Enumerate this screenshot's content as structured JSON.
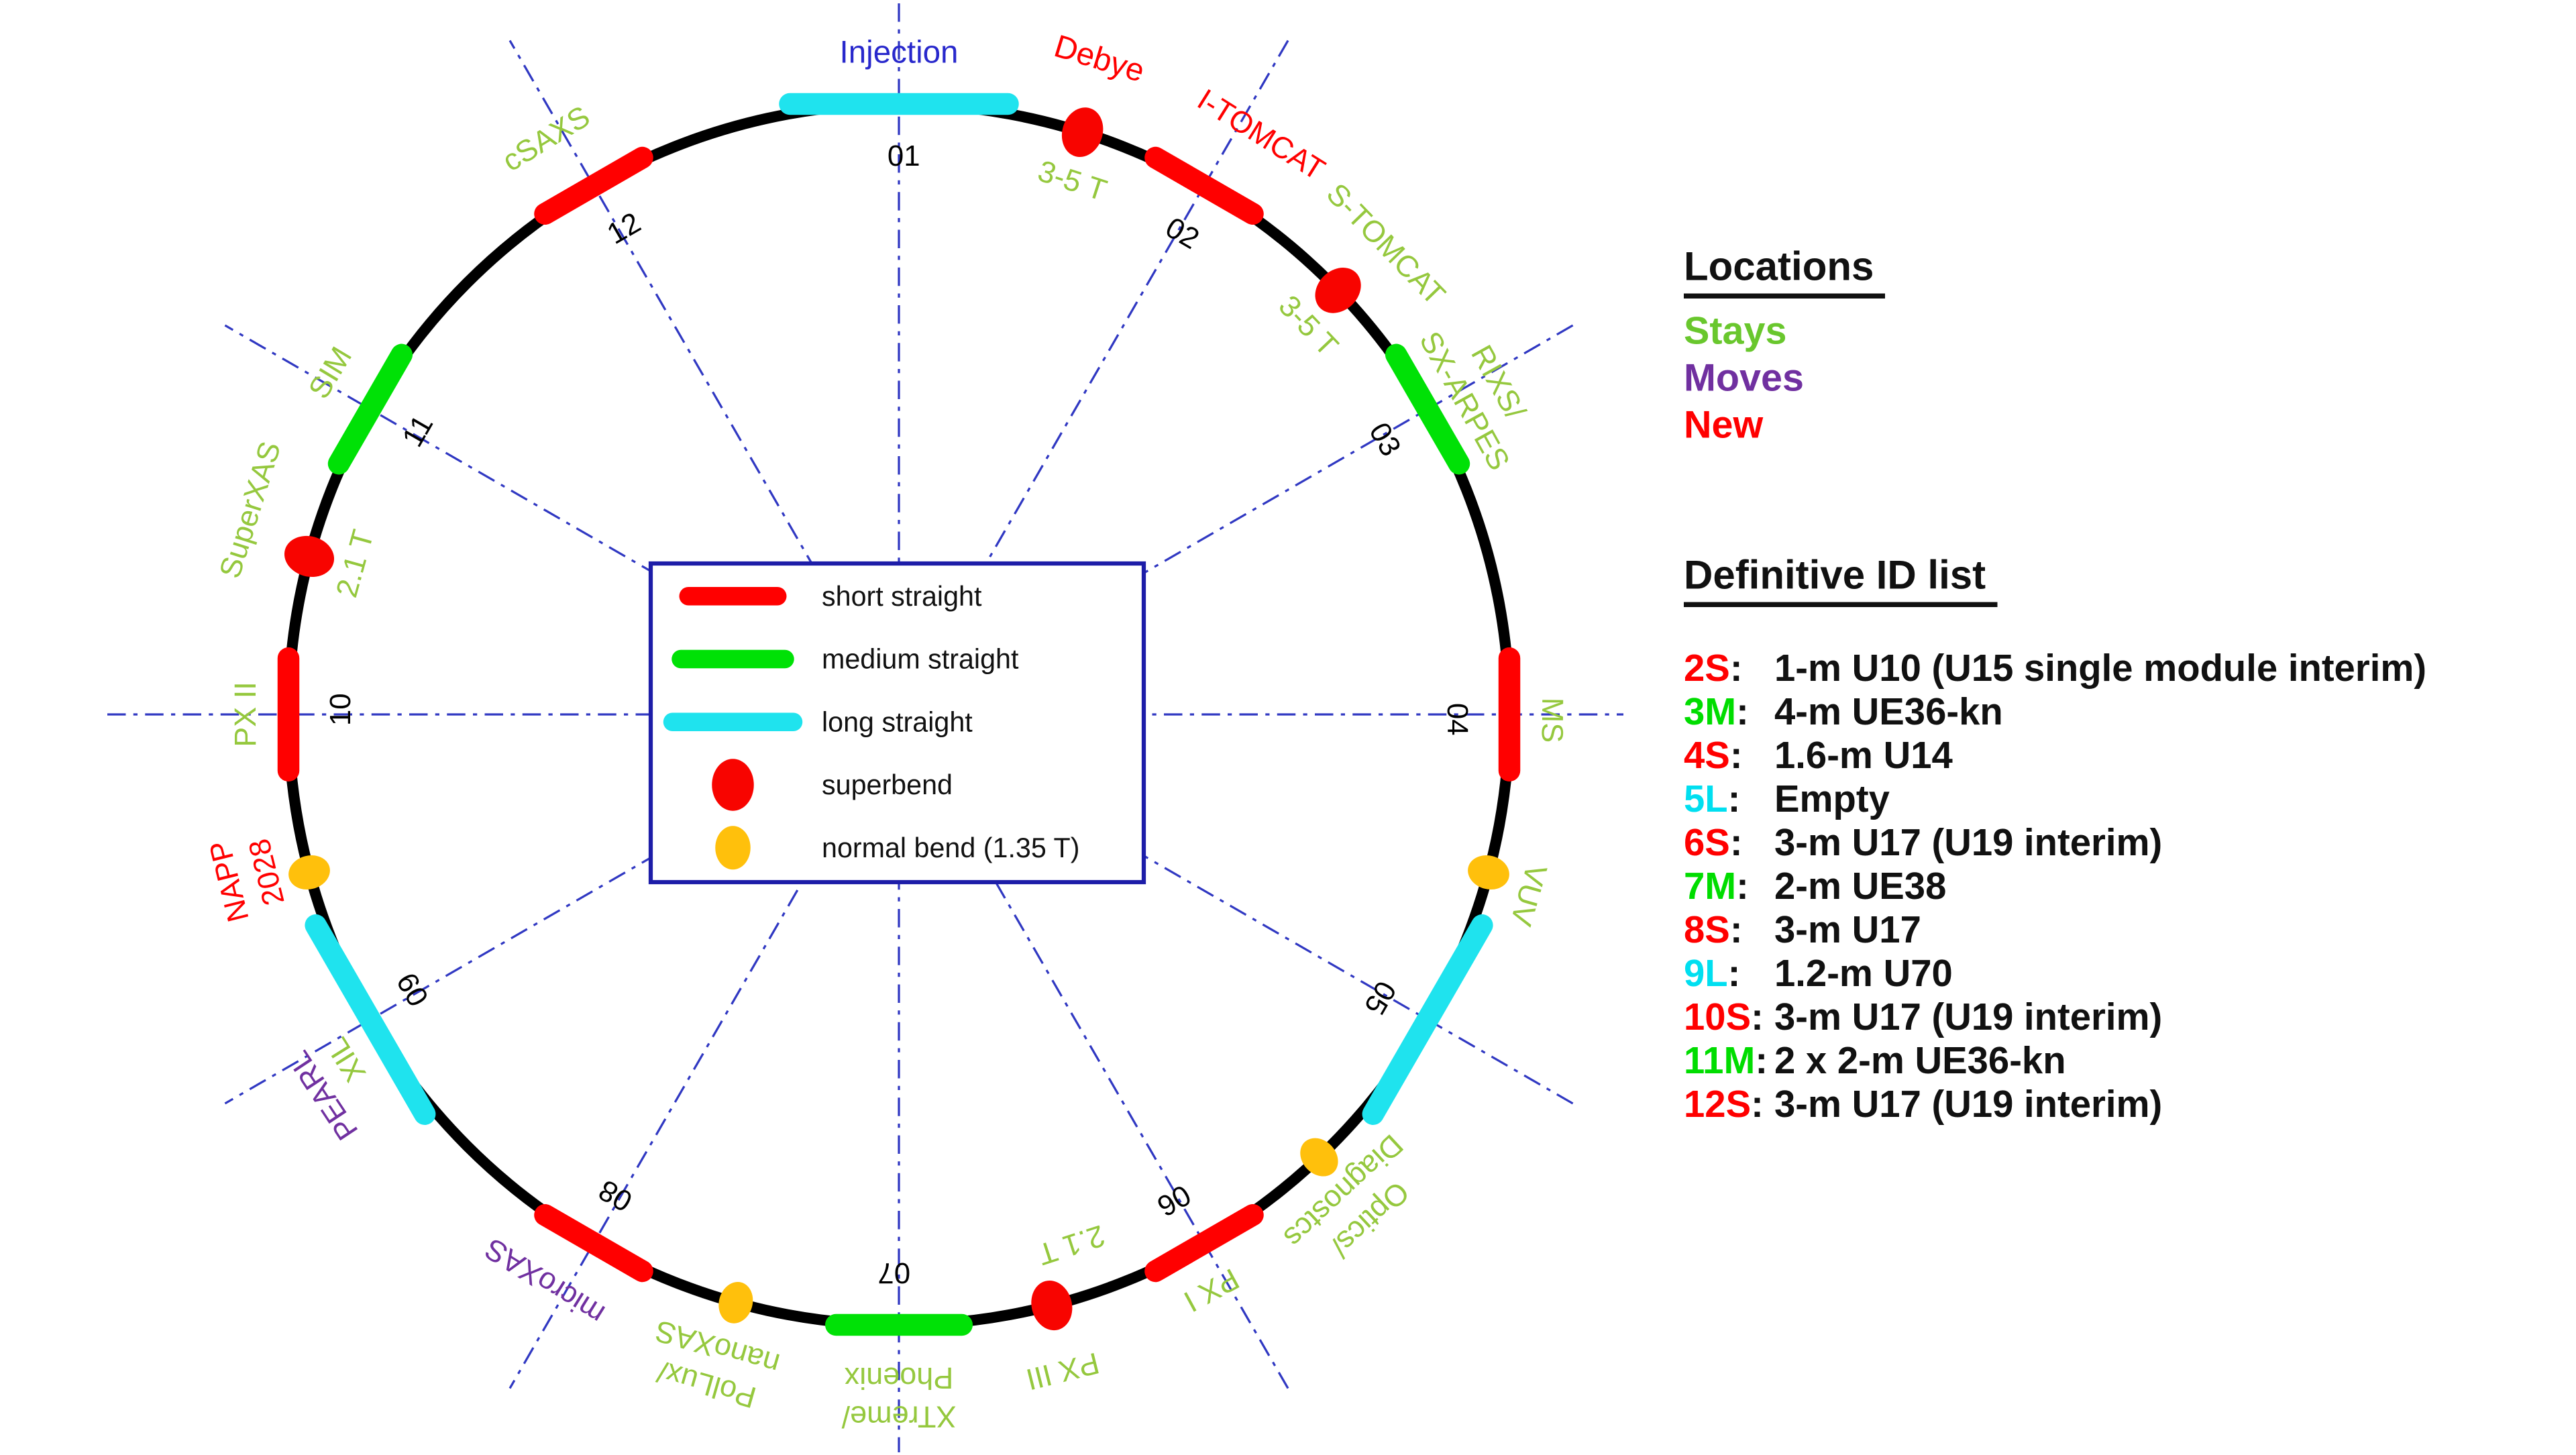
{
  "palette": {
    "ring_black": "#000000",
    "axis_blue": "#3038C2",
    "short_straight_red": "#FF0000",
    "medium_straight_green": "#00E106",
    "long_straight_cyan": "#1FE3EE",
    "superbend_red": "#F80400",
    "normal_bend_orange": "#FFC00C",
    "stays_green": "#95C83E",
    "moves_purple": "#7030A0",
    "new_red": "#FF0000",
    "injection_blue": "#2828CC",
    "locations_stays_green": "#69C72D",
    "list_green": "#00DD00",
    "list_cyan": "#00DFF0",
    "legend_border_blue": "#1D1DA8",
    "number_black": "#000000"
  },
  "ring": {
    "sector_numbers": [
      {
        "num": "01",
        "angle": 0
      },
      {
        "num": "02",
        "angle": 30
      },
      {
        "num": "03",
        "angle": 60
      },
      {
        "num": "04",
        "angle": 90
      },
      {
        "num": "05",
        "angle": 120
      },
      {
        "num": "06",
        "angle": 150
      },
      {
        "num": "07",
        "angle": 180
      },
      {
        "num": "08",
        "angle": 210
      },
      {
        "num": "09",
        "angle": 240
      },
      {
        "num": "10",
        "angle": 270
      },
      {
        "num": "11",
        "angle": 300
      },
      {
        "num": "12",
        "angle": 330
      }
    ],
    "straights": [
      {
        "sector": "01",
        "type": "long",
        "angle": 0
      },
      {
        "sector": "02",
        "type": "short",
        "angle": 30
      },
      {
        "sector": "03",
        "type": "medium",
        "angle": 60
      },
      {
        "sector": "04",
        "type": "short",
        "angle": 90
      },
      {
        "sector": "05",
        "type": "long",
        "angle": 120
      },
      {
        "sector": "06",
        "type": "short",
        "angle": 150
      },
      {
        "sector": "07",
        "type": "medium",
        "angle": 180
      },
      {
        "sector": "08",
        "type": "short",
        "angle": 210
      },
      {
        "sector": "09",
        "type": "long",
        "angle": 240
      },
      {
        "sector": "10",
        "type": "short",
        "angle": 270
      },
      {
        "sector": "11",
        "type": "medium",
        "angle": 300
      },
      {
        "sector": "12",
        "type": "short",
        "angle": 330
      }
    ],
    "bends": [
      {
        "name": "debye",
        "type": "superbend",
        "angle": 17.5
      },
      {
        "name": "s-tomcat",
        "type": "superbend",
        "angle": 46
      },
      {
        "name": "vuv",
        "type": "normal",
        "angle": 105
      },
      {
        "name": "optics-diagnostics",
        "type": "normal",
        "angle": 136.5
      },
      {
        "name": "px-iii",
        "type": "superbend",
        "angle": 165.5
      },
      {
        "name": "pollux-nanoxas",
        "type": "normal",
        "angle": 195.5
      },
      {
        "name": "napp",
        "type": "normal",
        "angle": 255
      },
      {
        "name": "superxas",
        "type": "superbend",
        "angle": 285
      }
    ],
    "labels": [
      {
        "key": "injection",
        "lines": [
          "Injection"
        ],
        "status": "injection",
        "angle": 0,
        "rot": 0,
        "r_off": 31,
        "size": 19
      },
      {
        "key": "debye",
        "lines": [
          "Debye"
        ],
        "status": "new",
        "angle": 17,
        "r_off": 45,
        "size": 19
      },
      {
        "key": "debye-field",
        "lines": [
          "3-5 T"
        ],
        "status": "stays",
        "angle": 18,
        "r_off": -29
      },
      {
        "key": "i-tomcat",
        "lines": [
          "I-TOMCAT"
        ],
        "status": "new",
        "angle": 32,
        "r_off": 44
      },
      {
        "key": "s-tomcat",
        "lines": [
          "S-TOMCAT"
        ],
        "status": "stays",
        "angle": 46,
        "r_off": 40
      },
      {
        "key": "s-tomcat-field",
        "lines": [
          "3-5 T"
        ],
        "status": "stays",
        "angle": 46.5,
        "r_off": -27
      },
      {
        "key": "rixs-sx-arpes",
        "lines": [
          "RIXS/",
          "SX-ARPES"
        ],
        "status": "stays",
        "angle": 61,
        "r_off": 45
      },
      {
        "key": "ms",
        "lines": [
          "MS"
        ],
        "status": "stays",
        "angle": 90.5,
        "r_off": 26
      },
      {
        "key": "vuv",
        "lines": [
          "VUV"
        ],
        "status": "stays",
        "angle": 106,
        "r_off": 27
      },
      {
        "key": "optics-diagnostics",
        "lines": [
          "Optics/",
          "Diagnostcs"
        ],
        "status": "stays",
        "angle": 137,
        "r_off": 48
      },
      {
        "key": "px-i",
        "lines": [
          "PX I"
        ],
        "status": "stays",
        "angle": 151.5,
        "r_off": 27
      },
      {
        "key": "px-iii-field",
        "lines": [
          "2.1 T"
        ],
        "status": "stays",
        "angle": 162,
        "r_off": -31
      },
      {
        "key": "px-iii",
        "lines": [
          "PX III"
        ],
        "status": "stays",
        "angle": 166,
        "r_off": 40
      },
      {
        "key": "xtreme-phoenix",
        "lines": [
          "XTreme/",
          "Phoenix"
        ],
        "status": "stays",
        "angle": 180,
        "r_off": 55
      },
      {
        "key": "pollux-nanoxas",
        "lines": [
          "PolLux/",
          "nanoXAS"
        ],
        "status": "stays",
        "angle": 196,
        "r_off": 52
      },
      {
        "key": "microxas",
        "lines": [
          "microXAS"
        ],
        "status": "moves",
        "angle": 212,
        "r_off": 35
      },
      {
        "key": "xil",
        "lines": [
          "XIL"
        ],
        "status": "stays",
        "angle": 238,
        "r_off": 25
      },
      {
        "key": "pearl",
        "lines": [
          "PEARL"
        ],
        "status": "moves",
        "angle": 236.5,
        "r_off": 48
      },
      {
        "key": "napp-2028",
        "lines": [
          "NAPP",
          "2028"
        ],
        "status": "new",
        "angle": 256,
        "r_off": 48
      },
      {
        "key": "px-ii",
        "lines": [
          "PX II"
        ],
        "status": "stays",
        "angle": 270,
        "r_off": 26
      },
      {
        "key": "superxas-field",
        "lines": [
          "2.1 T"
        ],
        "status": "stays",
        "angle": 285.5,
        "r_off": -27
      },
      {
        "key": "superxas",
        "lines": [
          "SuperXAS"
        ],
        "status": "stays",
        "angle": 287.5,
        "r_off": 42
      },
      {
        "key": "sim",
        "lines": [
          "SIM"
        ],
        "status": "stays",
        "angle": 301,
        "r_off": 32
      },
      {
        "key": "csaxs",
        "lines": [
          "cSAXS"
        ],
        "status": "stays",
        "angle": 328.5,
        "r_off": 39
      }
    ]
  },
  "legend": {
    "items": [
      {
        "icon": "short",
        "label": "short straight"
      },
      {
        "icon": "medium",
        "label": "medium straight"
      },
      {
        "icon": "long",
        "label": "long straight"
      },
      {
        "icon": "superbend",
        "label": "superbend"
      },
      {
        "icon": "normal",
        "label": "normal bend (1.35 T)"
      }
    ]
  },
  "locations": {
    "title": "Locations",
    "items": [
      {
        "label": "Stays",
        "color_key": "locations_stays_green"
      },
      {
        "label": "Moves",
        "color_key": "moves_purple"
      },
      {
        "label": "New",
        "color_key": "new_red"
      }
    ]
  },
  "id_list": {
    "title": "Definitive ID list",
    "rows": [
      {
        "id": "2S",
        "color_key": "new_red",
        "value": "1-m U10 (U15 single module interim)"
      },
      {
        "id": "3M",
        "color_key": "list_green",
        "value": "4-m UE36-kn"
      },
      {
        "id": "4S",
        "color_key": "new_red",
        "value": "1.6-m U14"
      },
      {
        "id": "5L",
        "color_key": "list_cyan",
        "value": "Empty"
      },
      {
        "id": "6S",
        "color_key": "new_red",
        "value": "3-m U17 (U19 interim)"
      },
      {
        "id": "7M",
        "color_key": "list_green",
        "value": "2-m UE38"
      },
      {
        "id": "8S",
        "color_key": "new_red",
        "value": "3-m U17"
      },
      {
        "id": "9L",
        "color_key": "list_cyan",
        "value": "1.2-m U70"
      },
      {
        "id": "10S",
        "color_key": "new_red",
        "value": "3-m U17 (U19 interim)"
      },
      {
        "id": "11M",
        "color_key": "list_green",
        "value": "2 x 2-m UE36-kn"
      },
      {
        "id": "12S",
        "color_key": "new_red",
        "value": "3-m U17 (U19 interim)"
      }
    ]
  }
}
